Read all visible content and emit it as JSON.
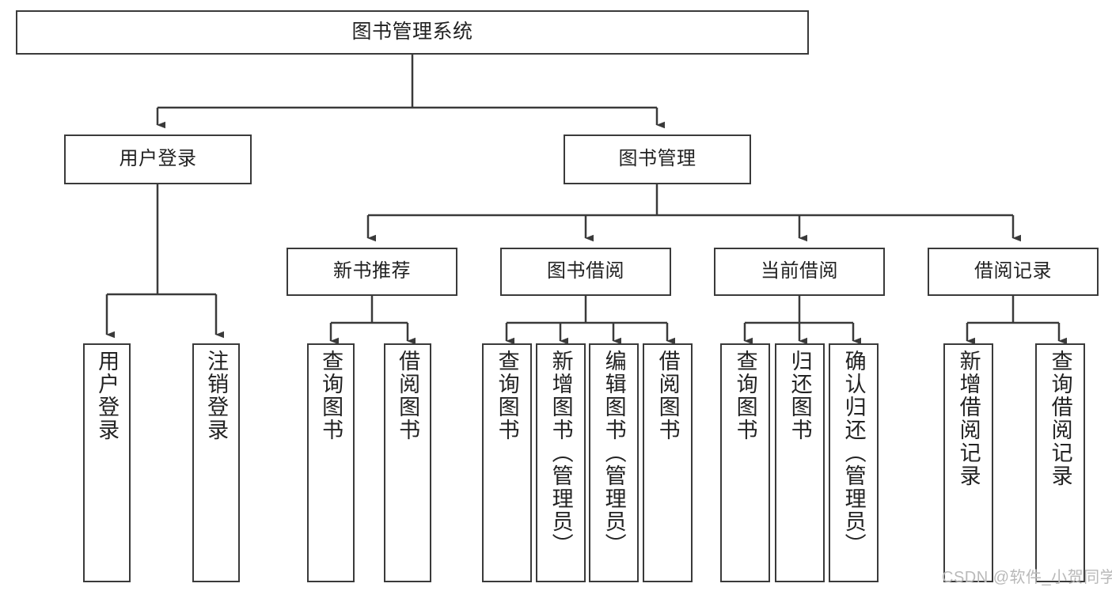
{
  "diagram": {
    "title": "图书管理系统",
    "type": "tree-hierarchy",
    "watermark": "CSDN @软件_小贺同学",
    "colors": {
      "background": "#ffffff",
      "box_border": "#3a3a3a",
      "box_fill": "#ffffff",
      "text": "#222222",
      "edge": "#3a3a3a",
      "watermark": "#b9b9b9"
    },
    "root": {
      "label": "图书管理系统"
    },
    "level1": [
      {
        "label": "用户登录"
      },
      {
        "label": "图书管理"
      }
    ],
    "level2": [
      {
        "label": "新书推荐"
      },
      {
        "label": "图书借阅"
      },
      {
        "label": "当前借阅"
      },
      {
        "label": "借阅记录"
      }
    ],
    "leaves": {
      "user_login": [
        {
          "label": "用户登录"
        },
        {
          "label": "注销登录"
        }
      ],
      "new_book_recommend": [
        {
          "label": "查询图书"
        },
        {
          "label": "借阅图书"
        }
      ],
      "book_borrow": [
        {
          "label": "查询图书"
        },
        {
          "label": "新增图书（管理员）"
        },
        {
          "label": "编辑图书（管理员）"
        },
        {
          "label": "借阅图书"
        }
      ],
      "current_borrow": [
        {
          "label": "查询图书"
        },
        {
          "label": "归还图书"
        },
        {
          "label": "确认归还（管理员）"
        }
      ],
      "borrow_record": [
        {
          "label": "新增借阅记录"
        },
        {
          "label": "查询借阅记录"
        }
      ]
    }
  }
}
